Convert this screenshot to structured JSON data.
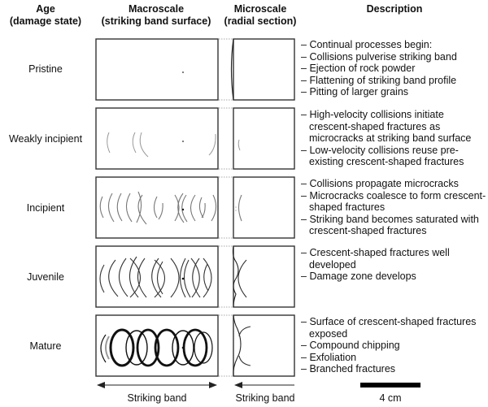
{
  "headers": {
    "age": [
      "Age",
      "(damage state)"
    ],
    "macroscale": [
      "Macroscale",
      "(striking band surface)"
    ],
    "microscale": [
      "Microscale",
      "(radial section)"
    ],
    "description": [
      "Description"
    ]
  },
  "stages": [
    {
      "age": "Pristine",
      "description": [
        "Continual processes begin:",
        "Collisions pulverise striking band",
        "Ejection of rock powder",
        "Flattening of striking band profile",
        "Pitting of larger grains"
      ]
    },
    {
      "age": "Weakly incipient",
      "description": [
        "High-velocity collisions initiate crescent-shaped fractures as microcracks at striking band surface",
        "Low-velocity collisions reuse pre-existing crescent-shaped fractures"
      ]
    },
    {
      "age": "Incipient",
      "description": [
        "Collisions propagate microcracks",
        "Microcracks coalesce to form crescent-shaped fractures",
        "Striking band becomes saturated with crescent-shaped fractures"
      ]
    },
    {
      "age": "Juvenile",
      "description": [
        "Crescent-shaped fractures well developed",
        "Damage zone develops"
      ]
    },
    {
      "age": "Mature",
      "description": [
        "Surface of crescent-shaped fractures exposed",
        "Compound chipping",
        "Exfoliation",
        "Branched fractures"
      ]
    }
  ],
  "axes": {
    "macro_arrow_label": "Striking band",
    "micro_arrow_label": "Striking band"
  },
  "scale_bar": {
    "label": "4 cm"
  },
  "colors": {
    "frame": "#333333",
    "crack_light": "#9a9a9a",
    "crack_dark": "#222222",
    "scale_bar": "#000000"
  }
}
